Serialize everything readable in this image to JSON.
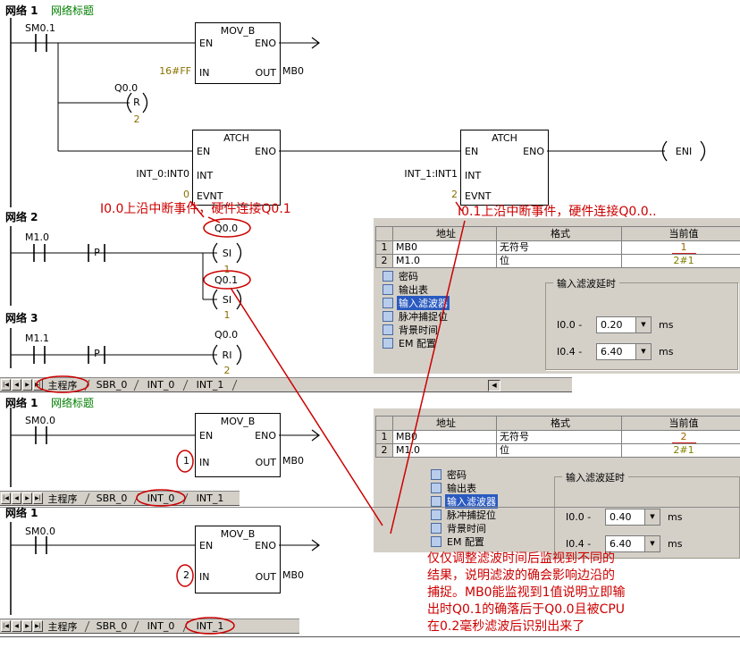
{
  "colors": {
    "network_title_green": "#008000",
    "annotation_red": "#cc0000",
    "operand_olive": "#8a7000",
    "selection_blue": "#2a5ac0",
    "panel_gray": "#d4d0c8"
  },
  "icons": {
    "dropdown_arrow": "▼",
    "nav_first": "|◀",
    "nav_prev": "◀",
    "nav_next": "▶",
    "nav_last": "▶|",
    "tab_scroll_left": "◀"
  },
  "tabs": {
    "items": [
      "主程序",
      "SBR_0",
      "INT_0",
      "INT_1"
    ]
  },
  "annotations": {
    "note_i00": "I0.0上沿中断事件，硬件连接Q0.1",
    "note_i01": "I0.1上沿中断事件，硬件连接Q0.0..",
    "bottom_note": "仅仅调整滤波时间后监视到不同的\n结果，说明滤波的确会影响边沿的\n捕捉。MB0能监视到1值说明立即输\n出时Q0.1的确落后于Q0.0且被CPU\n在0.2毫秒滤波后识别出来了"
  },
  "main_program": {
    "network1": {
      "label": "网络 1",
      "title": "网络标题",
      "contact": "SM0.1",
      "mov": {
        "name": "MOV_B",
        "en": "EN",
        "eno": "ENO",
        "in": "IN",
        "out": "OUT",
        "in_operand": "16#FF",
        "out_operand": "MB0"
      },
      "reset": {
        "operand": "Q0.0",
        "coil": "R",
        "n": "2"
      },
      "atch1": {
        "name": "ATCH",
        "en": "EN",
        "eno": "ENO",
        "int": "INT",
        "evnt": "EVNT",
        "int_operand": "INT_0:INT0",
        "evnt_operand": "0"
      },
      "atch2": {
        "name": "ATCH",
        "en": "EN",
        "eno": "ENO",
        "int": "INT",
        "evnt": "EVNT",
        "int_operand": "INT_1:INT1",
        "evnt_operand": "2"
      },
      "eni": "ENI"
    },
    "network2": {
      "label": "网络 2",
      "contact": "M1.0",
      "edge": "P",
      "set1": {
        "operand": "Q0.0",
        "coil": "SI",
        "n": "1"
      },
      "set2": {
        "operand": "Q0.1",
        "coil": "SI",
        "n": "1"
      }
    },
    "network3": {
      "label": "网络 3",
      "contact": "M1.1",
      "edge": "P",
      "reset1": {
        "operand": "Q0.0",
        "coil": "RI",
        "n": "2"
      }
    }
  },
  "int0": {
    "network1": {
      "label": "网络 1",
      "title": "网络标题",
      "contact": "SM0.0",
      "mov": {
        "name": "MOV_B",
        "en": "EN",
        "eno": "ENO",
        "in": "IN",
        "out": "OUT",
        "in_operand": "1",
        "out_operand": "MB0"
      }
    }
  },
  "int1": {
    "network1": {
      "label": "网络 1",
      "contact": "SM0.0",
      "mov": {
        "name": "MOV_B",
        "en": "EN",
        "eno": "ENO",
        "in": "IN",
        "out": "OUT",
        "in_operand": "2",
        "out_operand": "MB0"
      }
    }
  },
  "status_chart_1": {
    "headers": [
      "地址",
      "格式",
      "当前值"
    ],
    "rows": [
      {
        "num": "1",
        "address": "MB0",
        "format": "无符号",
        "value": "1"
      },
      {
        "num": "2",
        "address": "M1.0",
        "format": "位",
        "value": "2#1"
      }
    ]
  },
  "status_chart_2": {
    "headers": [
      "地址",
      "格式",
      "当前值"
    ],
    "rows": [
      {
        "num": "1",
        "address": "MB0",
        "format": "无符号",
        "value": "2"
      },
      {
        "num": "2",
        "address": "M1.0",
        "format": "位",
        "value": "2#1"
      }
    ]
  },
  "system_tree": {
    "items": [
      "密码",
      "输出表",
      "输入滤波器",
      "脉冲捕捉位",
      "背景时间",
      "EM 配置"
    ]
  },
  "filter_panel_1": {
    "title": "输入滤波延时",
    "rows": [
      {
        "label": "I0.0 -",
        "value": "0.20",
        "unit": "ms"
      },
      {
        "label": "I0.4 -",
        "value": "6.40",
        "unit": "ms"
      }
    ]
  },
  "filter_panel_2": {
    "title": "输入滤波延时",
    "rows": [
      {
        "label": "I0.0 -",
        "value": "0.40",
        "unit": "ms"
      },
      {
        "label": "I0.4 -",
        "value": "6.40",
        "unit": "ms"
      }
    ]
  }
}
